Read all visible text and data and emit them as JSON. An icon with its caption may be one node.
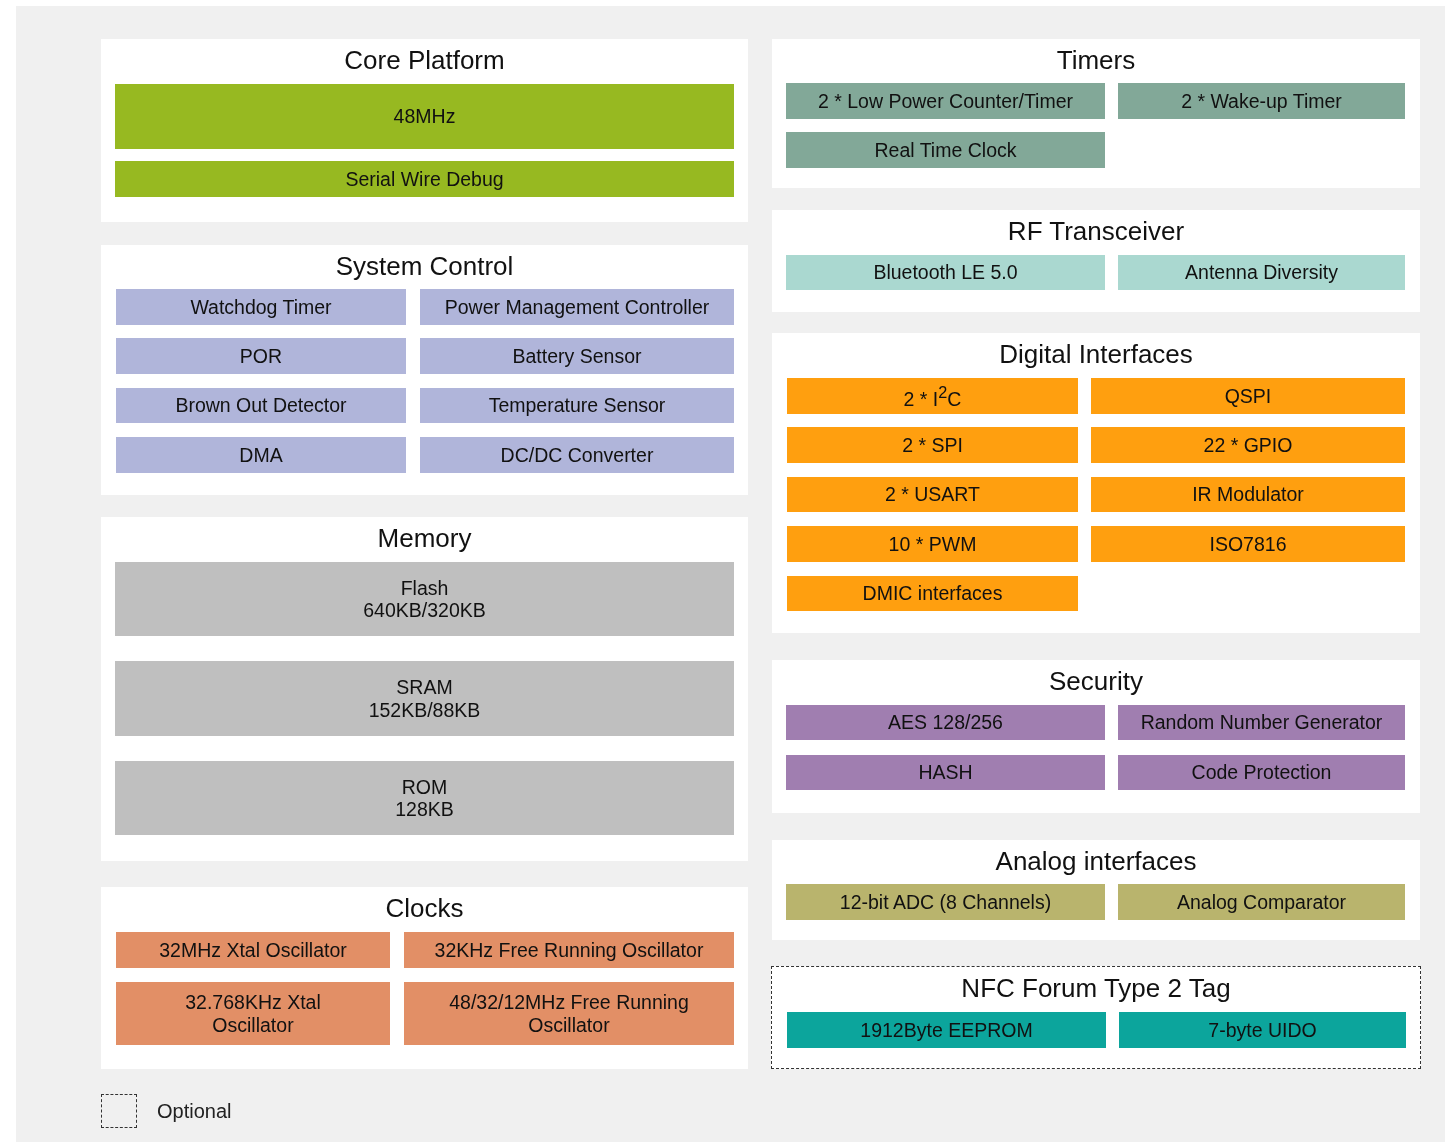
{
  "diagram": {
    "nodes": [
      {
        "text": [
          "Core Platform"
        ]
      },
      {
        "text": [
          "48MHz"
        ],
        "in": 0
      },
      {
        "text": [
          "Serial Wire Debug"
        ],
        "in": 0
      },
      {
        "text": [
          "System Control"
        ]
      },
      {
        "text": [
          "Watchdog Timer"
        ],
        "in": 3
      },
      {
        "text": [
          "Power Management Controller"
        ],
        "in": 3
      },
      {
        "text": [
          "POR"
        ],
        "in": 3
      },
      {
        "text": [
          "Battery Sensor"
        ],
        "in": 3
      },
      {
        "text": [
          "Brown Out Detector"
        ],
        "in": 3
      },
      {
        "text": [
          "Temperature Sensor"
        ],
        "in": 3
      },
      {
        "text": [
          "DMA"
        ],
        "in": 3
      },
      {
        "text": [
          "DC/DC Converter"
        ],
        "in": 3
      },
      {
        "text": [
          "Memory"
        ]
      },
      {
        "text": [
          "Flash",
          "640KB/320KB"
        ],
        "in": 12
      },
      {
        "text": [
          "SRAM",
          "152KB/88KB"
        ],
        "in": 12
      },
      {
        "text": [
          "ROM",
          "128KB"
        ],
        "in": 12
      },
      {
        "text": [
          "Clocks"
        ]
      },
      {
        "text": [
          "32MHz Xtal Oscillator"
        ],
        "in": 16
      },
      {
        "text": [
          "32KHz Free Running Oscillator"
        ],
        "in": 16
      },
      {
        "text": [
          "32.768KHz Xtal Oscillator"
        ],
        "in": 16
      },
      {
        "text": [
          "48/32/12MHz Free Running Oscillator"
        ],
        "in": 16
      },
      {
        "text": [
          "Timers"
        ]
      },
      {
        "text": [
          "2 * Low Power Counter/Timer"
        ],
        "in": 21
      },
      {
        "text": [
          "2 * Wake-up Timer"
        ],
        "in": 21
      },
      {
        "text": [
          "Real Time Clock"
        ],
        "in": 21
      },
      {
        "text": [
          "RF Transceiver"
        ]
      },
      {
        "text": [
          "Bluetooth LE 5.0"
        ],
        "in": 25
      },
      {
        "text": [
          "Antenna Diversity"
        ],
        "in": 25
      },
      {
        "text": [
          "Digital Interfaces"
        ]
      },
      {
        "text": [
          "2 * I$^{2}$C"
        ],
        "in": 28
      },
      {
        "text": [
          "QSPI"
        ],
        "in": 28
      },
      {
        "text": [
          "2 * SPI"
        ],
        "in": 28
      },
      {
        "text": [
          "22 * GPIO"
        ],
        "in": 28
      },
      {
        "text": [
          "2 * USART"
        ],
        "in": 28
      },
      {
        "text": [
          "IR Modulator"
        ],
        "in": 28
      },
      {
        "text": [
          "10 * PWM"
        ],
        "in": 28
      },
      {
        "text": [
          "ISO7816"
        ],
        "in": 28
      },
      {
        "text": [
          "DMIC interfaces"
        ],
        "in": 28
      },
      {
        "text": [
          "Security"
        ]
      },
      {
        "text": [
          "AES 128/256"
        ],
        "in": 38
      },
      {
        "text": [
          "Random Number Generator"
        ],
        "in": 38
      },
      {
        "text": [
          "HASH"
        ],
        "in": 38
      },
      {
        "text": [
          "Code Protection"
        ],
        "in": 38
      },
      {
        "text": [
          "Analog interfaces"
        ]
      },
      {
        "text": [
          "12-bit ADC (8 Channels)"
        ],
        "in": 43
      },
      {
        "text": [
          "Analog Comparator"
        ],
        "in": 43
      },
      {
        "text": [
          "NFC Forum Type 2 Tag"
        ]
      },
      {
        "text": [
          "1912Byte EEPROM"
        ],
        "in": 46
      },
      {
        "text": [
          "7-byte UIDO"
        ],
        "in": 46
      }
    ],
    "legend": [
      {
        "text": "Optional"
      }
    ]
  }
}
